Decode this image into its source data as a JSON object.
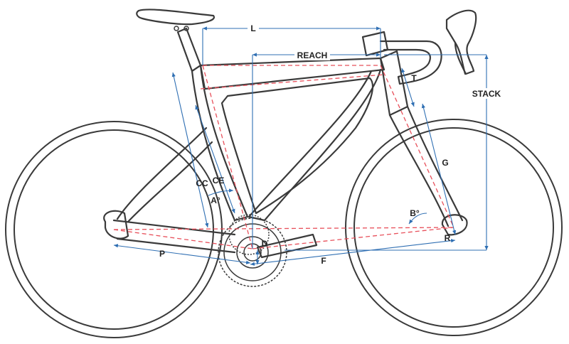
{
  "labels": {
    "L": "L",
    "REACH": "REACH",
    "STACK": "STACK",
    "T": "T",
    "G": "G",
    "CC": "CC",
    "CE": "CE",
    "A": "A°",
    "B": "B°",
    "D": "D",
    "P": "P",
    "F": "F",
    "R": "R"
  },
  "colors": {
    "frame": "#3a3a3a",
    "geometry_dashed": "#e8505b",
    "dimension_lines": "#2f6fb3",
    "background": "#ffffff"
  }
}
